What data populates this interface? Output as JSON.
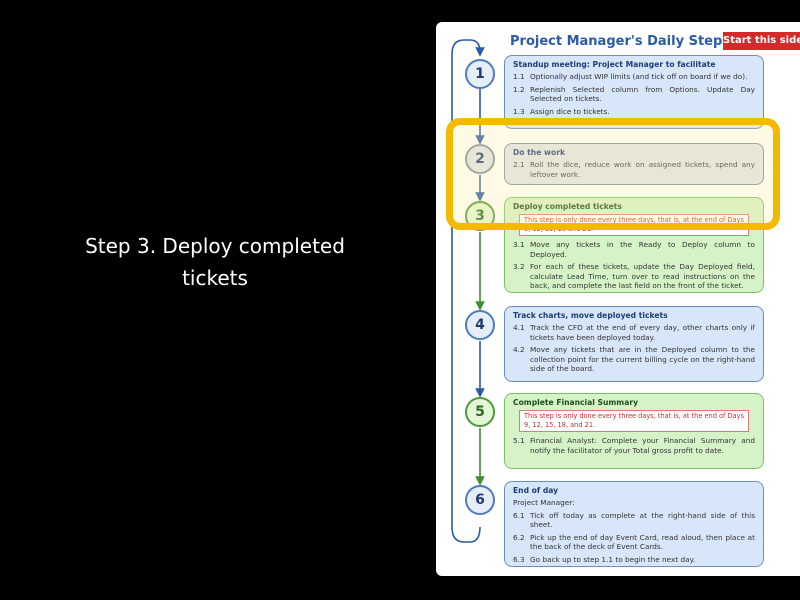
{
  "caption": "Step 3. Deploy completed tickets",
  "sheet": {
    "title": "Project Manager's Daily Steps",
    "start_tag": "Start this side",
    "steps": [
      {
        "number": "1",
        "heading": "Standup meeting: Project Manager to facilitate",
        "items": [
          {
            "num": "1.1",
            "text": "Optionally adjust WIP limits (and tick off on board if we do)."
          },
          {
            "num": "1.2",
            "text": "Replenish Selected column from Options. Update Day Selected on tickets."
          },
          {
            "num": "1.3",
            "text": "Assign dice to tickets."
          }
        ]
      },
      {
        "number": "2",
        "heading": "Do the work",
        "items": [
          {
            "num": "2.1",
            "text": "Roll the dice, reduce work on assigned tickets, spend any leftover work."
          }
        ]
      },
      {
        "number": "3",
        "heading": "Deploy completed tickets",
        "note": "This step is only done every three days, that is, at the end of Days 9, 12, 15, 18 and 21.",
        "items": [
          {
            "num": "3.1",
            "text": "Move any tickets in the Ready to Deploy column to Deployed."
          },
          {
            "num": "3.2",
            "text": "For each of these tickets, update the Day Deployed field, calculate Lead Time, turn over to read instructions on the back, and complete the last field on the front of the ticket."
          }
        ]
      },
      {
        "number": "4",
        "heading": "Track charts, move deployed tickets",
        "items": [
          {
            "num": "4.1",
            "text": "Track the CFD at the end of every day, other charts only if tickets have been deployed today."
          },
          {
            "num": "4.2",
            "text": "Move any tickets that are in the Deployed column to the collection point for the current billing cycle on the right-hand side of the board."
          }
        ]
      },
      {
        "number": "5",
        "heading": "Complete Financial Summary",
        "note": "This step is only done every three days, that is, at the end of Days 9, 12, 15, 18, and 21.",
        "items": [
          {
            "num": "5.1",
            "text": "Financial Analyst: Complete your Financial Summary and notify the facilitator of your Total gross profit to date."
          }
        ]
      },
      {
        "number": "6",
        "heading": "End of day",
        "intro": "Project Manager:",
        "items": [
          {
            "num": "6.1",
            "text": "Tick off today as complete at the right-hand side of this sheet."
          },
          {
            "num": "6.2",
            "text": "Pick up the end of day Event Card, read aloud, then place at the back of the deck of Event Cards."
          },
          {
            "num": "6.3",
            "text": "Go back up to step 1.1 to begin the next day."
          }
        ]
      }
    ]
  },
  "colors": {
    "background": "#000000",
    "highlight": "#f5b800",
    "title_blue": "#2a5aa8",
    "start_tag_red": "#d42a2a",
    "box_blue": "#d7e6f8",
    "box_green": "#d6f3c8",
    "box_gray": "#dfe4ea"
  }
}
